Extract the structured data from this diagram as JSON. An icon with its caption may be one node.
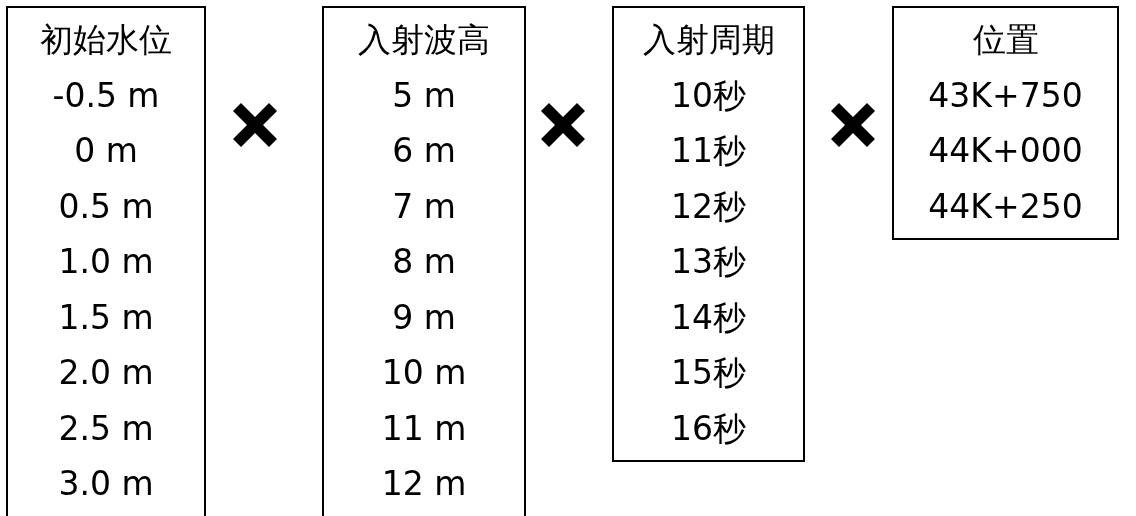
{
  "diagram": {
    "nodes": [
      {
        "text": [
          "初始水位",
          "-0.5 m",
          "0 m",
          "0.5 m",
          "1.0 m",
          "1.5 m",
          "2.0 m",
          "2.5 m",
          "3.0 m"
        ]
      },
      {
        "text": [
          "入射波高",
          "5 m",
          "6 m",
          "7 m",
          "8 m",
          "9 m",
          "10 m",
          "11 m",
          "12 m"
        ]
      },
      {
        "text": [
          "入射周期",
          "10秒",
          "11秒",
          "12秒",
          "13秒",
          "14秒",
          "15秒",
          "16秒"
        ]
      },
      {
        "text": [
          "位置",
          "43K+750",
          "44K+000",
          "44K+250"
        ]
      }
    ]
  }
}
